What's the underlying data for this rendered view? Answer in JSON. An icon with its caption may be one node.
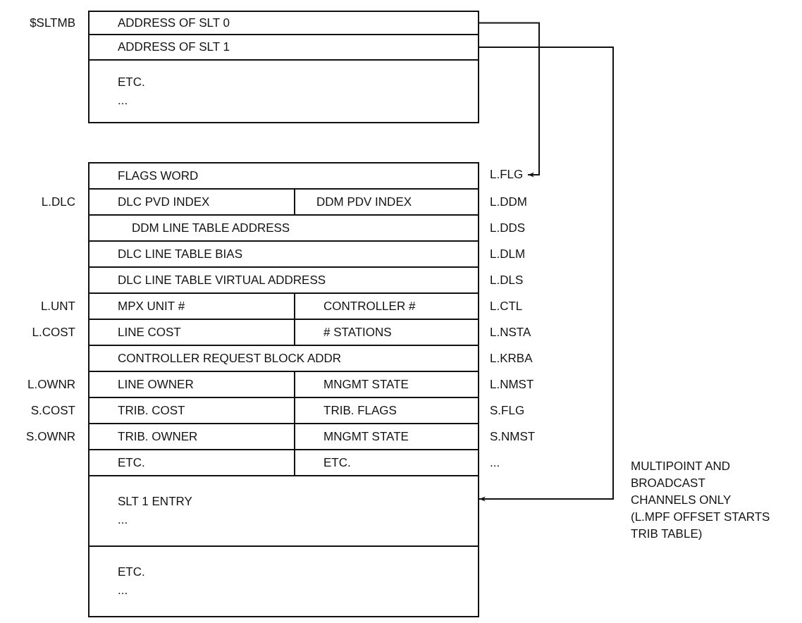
{
  "diagram": {
    "nodes": [
      {
        "text": [
          "ADDRESS OF SLT 0"
        ],
        "beside": [
          "$SLTMB"
        ]
      },
      {
        "text": [
          "ADDRESS OF SLT 1"
        ]
      },
      {
        "text": [
          "ETC.",
          "..."
        ]
      },
      {
        "text": [
          "FLAGS WORD"
        ]
      },
      {
        "text": [
          "L.FLG"
        ]
      },
      {
        "text": [
          "DLC PVD INDEX"
        ],
        "beside": [
          "L.DLC"
        ]
      },
      {
        "text": [
          "DDM PDV INDEX"
        ],
        "beside": [
          "L.DDM"
        ]
      },
      {
        "text": [
          "DDM LINE TABLE ADDRESS"
        ],
        "beside": [
          "L.DDS"
        ]
      },
      {
        "text": [
          "DLC LINE TABLE BIAS"
        ],
        "beside": [
          "L.DLM"
        ]
      },
      {
        "text": [
          "DLC LINE TABLE VIRTUAL ADDRESS"
        ],
        "beside": [
          "L.DLS"
        ]
      },
      {
        "text": [
          "MPX UNIT #"
        ],
        "beside": [
          "L.UNT"
        ]
      },
      {
        "text": [
          "CONTROLLER #"
        ],
        "beside": [
          "L.CTL"
        ]
      },
      {
        "text": [
          "LINE COST"
        ],
        "beside": [
          "L.COST"
        ]
      },
      {
        "text": [
          "# STATIONS"
        ],
        "beside": [
          "L.NSTA"
        ]
      },
      {
        "text": [
          "CONTROLLER REQUEST BLOCK ADDR"
        ],
        "beside": [
          "L.KRBA"
        ]
      },
      {
        "text": [
          "LINE OWNER"
        ],
        "beside": [
          "L.OWNR"
        ]
      },
      {
        "text": [
          "MNGMT STATE"
        ],
        "beside": [
          "L.NMST"
        ]
      },
      {
        "text": [
          "TRIB. COST"
        ],
        "beside": [
          "S.COST"
        ]
      },
      {
        "text": [
          "TRIB. FLAGS"
        ],
        "beside": [
          "S.FLG"
        ]
      },
      {
        "text": [
          "TRIB. OWNER"
        ],
        "beside": [
          "S.OWNR"
        ]
      },
      {
        "text": [
          "MNGMT STATE"
        ],
        "beside": [
          "S.NMST"
        ]
      },
      {
        "text": [
          "ETC."
        ]
      },
      {
        "text": [
          "ETC."
        ],
        "beside": [
          "..."
        ]
      },
      {
        "text": [
          "SLT 1 ENTRY",
          "..."
        ]
      },
      {
        "text": [
          "ETC.",
          "..."
        ]
      }
    ],
    "edges": [
      {
        "from": 0,
        "to": 4,
        "arrow": "to"
      },
      {
        "from": 1,
        "to": 23,
        "arrow": "to"
      }
    ],
    "labels": [
      "MULTIPOINT AND BROADCAST CHANNELS ONLY (L.MPF OFFSET STARTS TRIB TABLE)"
    ]
  }
}
